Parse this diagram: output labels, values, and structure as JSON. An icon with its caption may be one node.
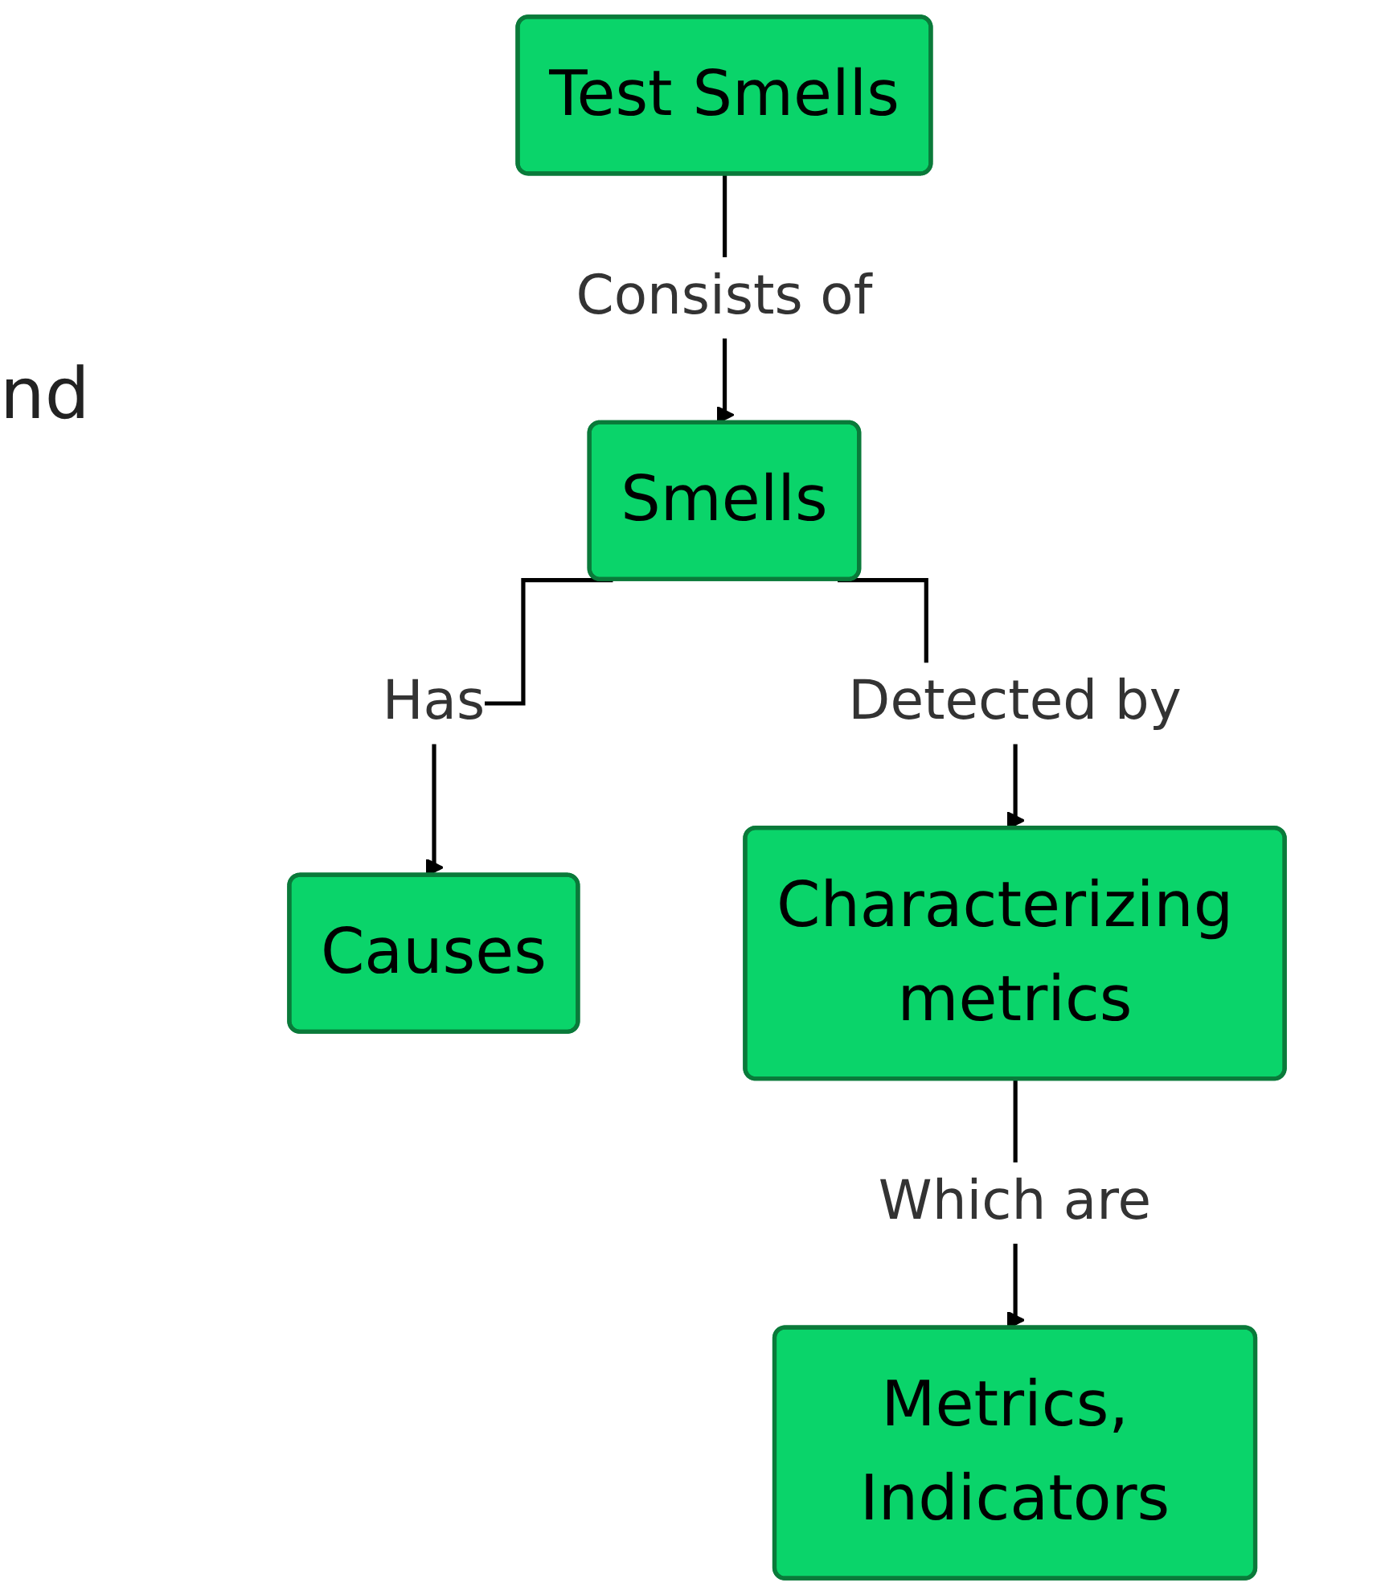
{
  "diagram": {
    "nodes": [
      {
        "text": [
          "Test Smells"
        ]
      },
      {
        "text": [
          "Smells"
        ]
      },
      {
        "text": [
          "Causes"
        ]
      },
      {
        "text": [
          "Characterizing metrics"
        ]
      },
      {
        "text": [
          "Metrics, Indicators"
        ]
      }
    ],
    "edges": [
      {
        "from": 0,
        "to": 1,
        "arrow": "to",
        "label": "Consists of"
      },
      {
        "from": 1,
        "to": 2,
        "arrow": "to",
        "label": "Has"
      },
      {
        "from": 1,
        "to": 3,
        "arrow": "to",
        "label": "Detected by"
      },
      {
        "from": 3,
        "to": 4,
        "arrow": "to",
        "label": "Which are"
      }
    ],
    "labels": [
      "nd"
    ]
  }
}
